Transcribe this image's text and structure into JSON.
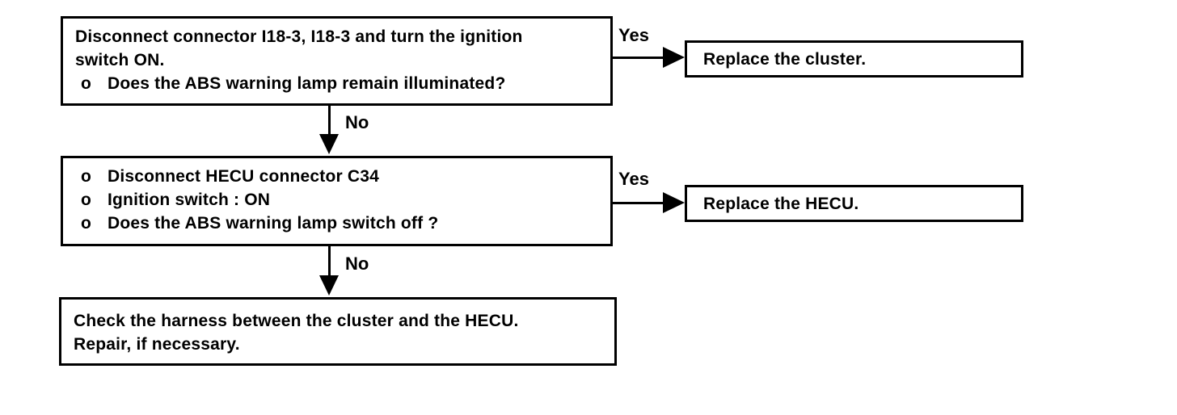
{
  "page": {
    "background": "#ffffff",
    "ink": "#000000"
  },
  "flowchart": {
    "step1": {
      "lines": [
        "Disconnect connector I18-3, I18-3 and turn the ignition",
        "switch ON."
      ],
      "bullet": "o",
      "question": "Does the ABS warning lamp remain illuminated?"
    },
    "branch1": {
      "yes_label": "Yes",
      "no_label": "No"
    },
    "result1": {
      "text": "Replace the cluster."
    },
    "step2": {
      "bullet": "o",
      "items": [
        "Disconnect HECU connector C34",
        "Ignition switch : ON",
        "Does the ABS warning lamp switch off ?"
      ]
    },
    "branch2": {
      "yes_label": "Yes",
      "no_label": "No"
    },
    "result2": {
      "text": "Replace the HECU."
    },
    "step3": {
      "lines": [
        "Check the harness between the cluster and the HECU.",
        "Repair, if necessary."
      ]
    }
  }
}
